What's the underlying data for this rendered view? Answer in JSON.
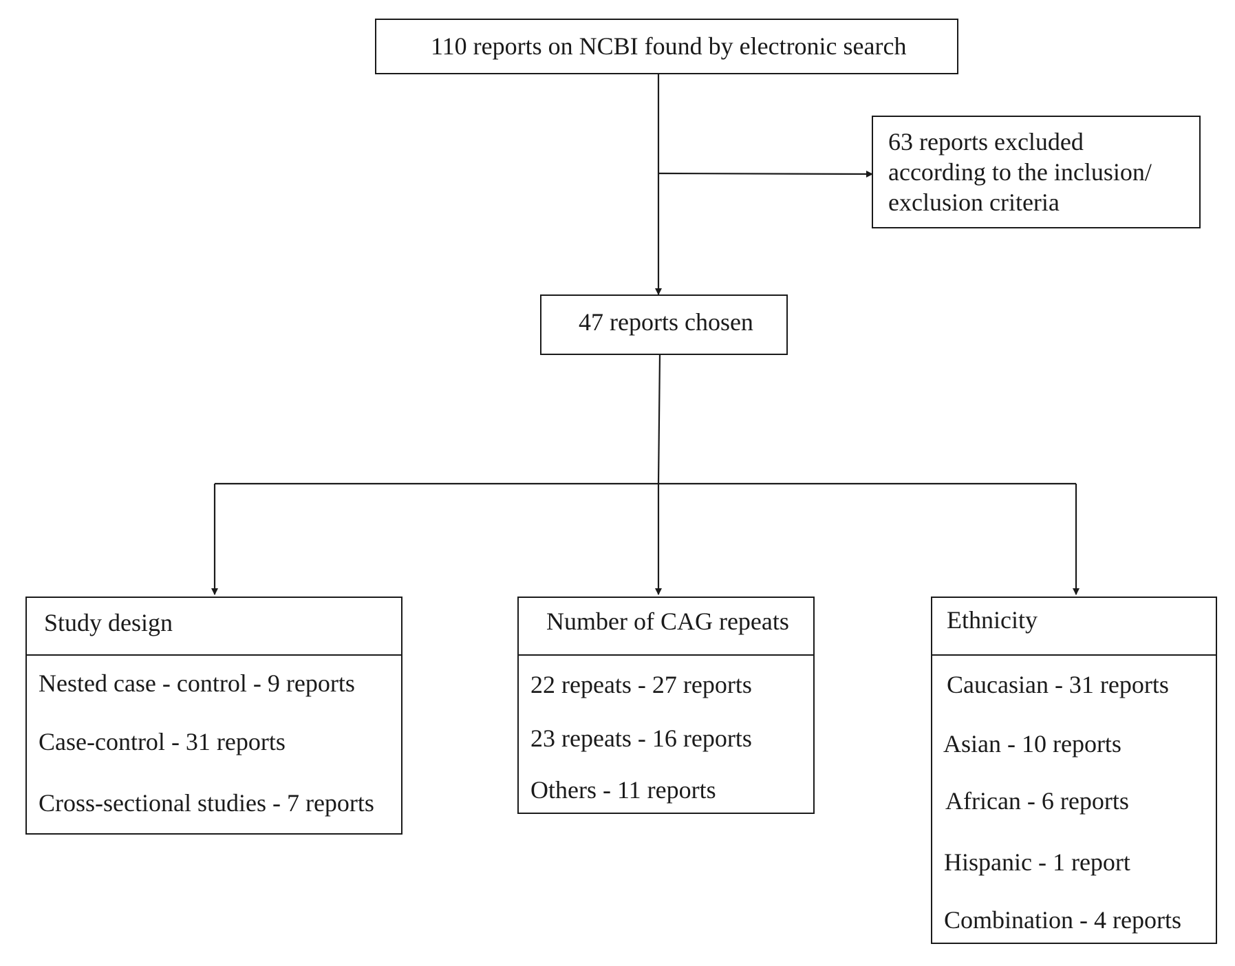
{
  "flow": {
    "source": "110 reports on NCBI found by electronic search",
    "excluded": [
      "63 reports excluded",
      "according to the inclusion/",
      "exclusion criteria"
    ],
    "chosen": "47 reports chosen"
  },
  "categories": {
    "study_design": {
      "title": "Study design",
      "items": [
        "Nested case - control - 9 reports",
        "Case-control - 31 reports",
        "Cross-sectional studies - 7 reports"
      ]
    },
    "cag_repeats": {
      "title": "Number of CAG repeats",
      "items": [
        "22 repeats - 27 reports",
        "23 repeats - 16 reports",
        "Others - 11 reports"
      ]
    },
    "ethnicity": {
      "title": "Ethnicity",
      "items": [
        "Caucasian - 31 reports",
        "Asian - 10 reports",
        "African - 6 reports",
        "Hispanic - 1 report",
        "Combination - 4 reports"
      ]
    }
  }
}
